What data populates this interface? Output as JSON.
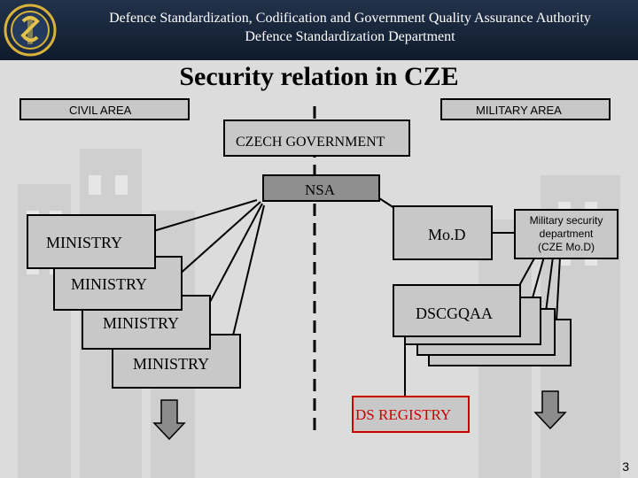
{
  "header": {
    "line1": "Defence Standardization, Codification and Government Quality Assurance Authority",
    "line2": "Defence Standardization Department"
  },
  "slide": {
    "title": "Security relation in CZE",
    "page_number": "3"
  },
  "diagram": {
    "civil_area": "CIVIL AREA",
    "military_area": "MILITARY AREA",
    "government": "CZECH GOVERNMENT",
    "nsa": "NSA",
    "ministries": [
      "MINISTRY",
      "MINISTRY",
      "MINISTRY",
      "MINISTRY"
    ],
    "mod": "Mo.D",
    "military_security": [
      "Military security",
      "department",
      "(CZE Mo.D)"
    ],
    "dscgqaa": "DSCGQAA",
    "ds_registry": "DS REGISTRY"
  },
  "colors": {
    "header_bg": "#142238",
    "box_fill": "#c8c8c8",
    "registry_text": "#cc0000",
    "registry_border": "#cc0000"
  }
}
